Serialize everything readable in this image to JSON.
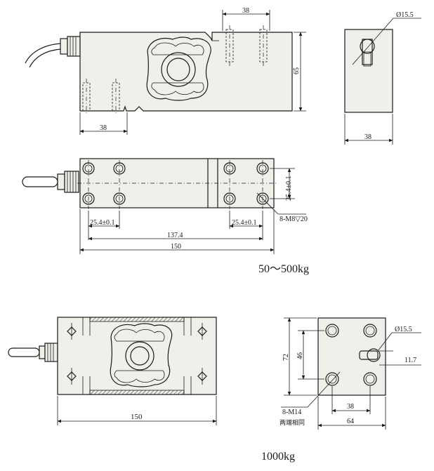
{
  "view_a": {
    "side": {
      "top_dim": "38",
      "height_dim": "65",
      "bottom_dim": "38"
    },
    "end": {
      "dia_label": "Ø15.5",
      "width_dim": "38"
    },
    "plan": {
      "spacing_v": "25.4±0.1",
      "thread_label": "8-M8▽20",
      "spacing_left": "25.4±0.1",
      "spacing_right": "25.4±0.1",
      "length_inner": "137.4",
      "length_total": "150"
    },
    "caption": "50～500kg"
  },
  "view_b": {
    "front": {
      "length_dim": "150"
    },
    "end": {
      "dia_label": "Ø15.5",
      "offset_dim": "11.7",
      "height_outer": "72",
      "height_inner": "46",
      "width_inner": "38",
      "width_outer": "64",
      "thread_label": "8-M14",
      "thread_note": "两端相同"
    },
    "caption": "1000kg"
  }
}
